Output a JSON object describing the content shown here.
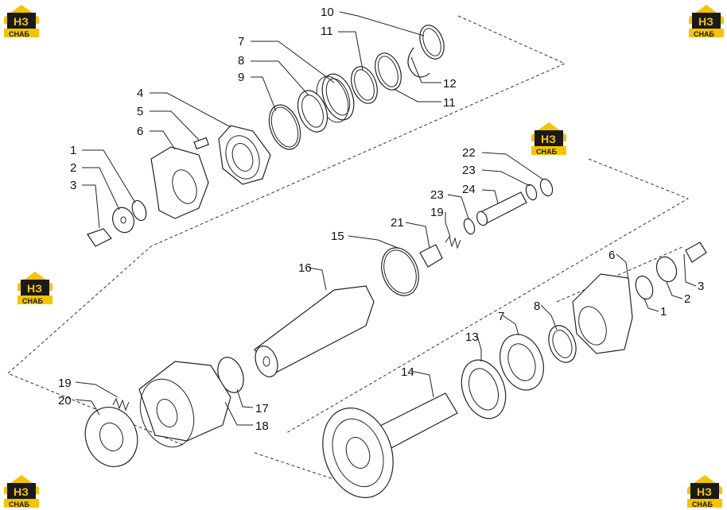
{
  "logo": {
    "letters": "НЗ",
    "caption": "СНАБ",
    "color_yellow": "#f5c400",
    "color_dark": "#1a1a1a"
  },
  "callouts": [
    {
      "id": "c10a",
      "label": "10"
    },
    {
      "id": "c11a",
      "label": "11"
    },
    {
      "id": "c7a",
      "label": "7"
    },
    {
      "id": "c8a",
      "label": "8"
    },
    {
      "id": "c9",
      "label": "9"
    },
    {
      "id": "c4",
      "label": "4"
    },
    {
      "id": "c5a",
      "label": "5"
    },
    {
      "id": "c6a",
      "label": "6"
    },
    {
      "id": "c1a",
      "label": "1"
    },
    {
      "id": "c2a",
      "label": "2"
    },
    {
      "id": "c3a",
      "label": "3"
    },
    {
      "id": "c12",
      "label": "12"
    },
    {
      "id": "c11b",
      "label": "11"
    },
    {
      "id": "c22",
      "label": "22"
    },
    {
      "id": "c23a",
      "label": "23"
    },
    {
      "id": "c23b",
      "label": "23"
    },
    {
      "id": "c24",
      "label": "24"
    },
    {
      "id": "c21",
      "label": "21"
    },
    {
      "id": "c19a",
      "label": "19"
    },
    {
      "id": "c15",
      "label": "15"
    },
    {
      "id": "c16",
      "label": "16"
    },
    {
      "id": "c6b",
      "label": "6"
    },
    {
      "id": "c3b",
      "label": "3"
    },
    {
      "id": "c2b",
      "label": "2"
    },
    {
      "id": "c1b",
      "label": "1"
    },
    {
      "id": "c8b",
      "label": "8"
    },
    {
      "id": "c7b",
      "label": "7"
    },
    {
      "id": "c13",
      "label": "13"
    },
    {
      "id": "c14",
      "label": "14"
    },
    {
      "id": "c17",
      "label": "17"
    },
    {
      "id": "c18",
      "label": "18"
    },
    {
      "id": "c19b",
      "label": "19"
    },
    {
      "id": "c20",
      "label": "20"
    }
  ]
}
